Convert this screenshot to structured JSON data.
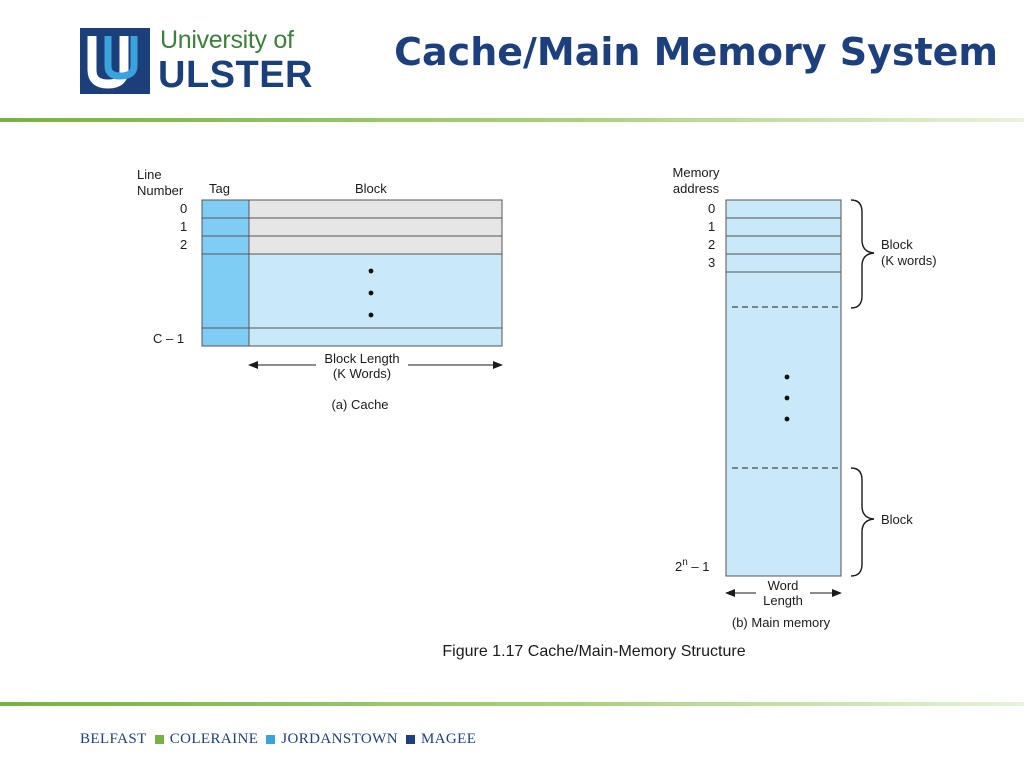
{
  "header": {
    "logo": {
      "line1": "University of",
      "line2": "ULSTER"
    },
    "title": "Cache/Main Memory System"
  },
  "figure": {
    "cache": {
      "col_line_number_1": "Line",
      "col_line_number_2": "Number",
      "col_tag": "Tag",
      "col_block": "Block",
      "rows": [
        "0",
        "1",
        "2",
        "C – 1"
      ],
      "length_label_1": "Block Length",
      "length_label_2": "(K Words)",
      "sublabel": "(a) Cache"
    },
    "main_memory": {
      "header_1": "Memory",
      "header_2": "address",
      "rows": [
        "0",
        "1",
        "2",
        "3"
      ],
      "last_base": "2",
      "last_exp": "n",
      "last_suffix": " – 1",
      "brace1_label_1": "Block",
      "brace1_label_2": "(K words)",
      "brace2_label": "Block",
      "width_label_1": "Word",
      "width_label_2": "Length",
      "sublabel": "(b) Main memory"
    },
    "caption": "Figure 1.17  Cache/Main-Memory Structure"
  },
  "footer": {
    "campuses": [
      "BELFAST",
      "COLERAINE",
      "JORDANSTOWN",
      "MAGEE"
    ]
  },
  "colors": {
    "tag_blue": "#7fcdf4",
    "block_light": "#c9e8f8",
    "header_gray": "#e6e6e6",
    "title_navy": "#1d3f7d",
    "accent_green": "#76b243"
  }
}
